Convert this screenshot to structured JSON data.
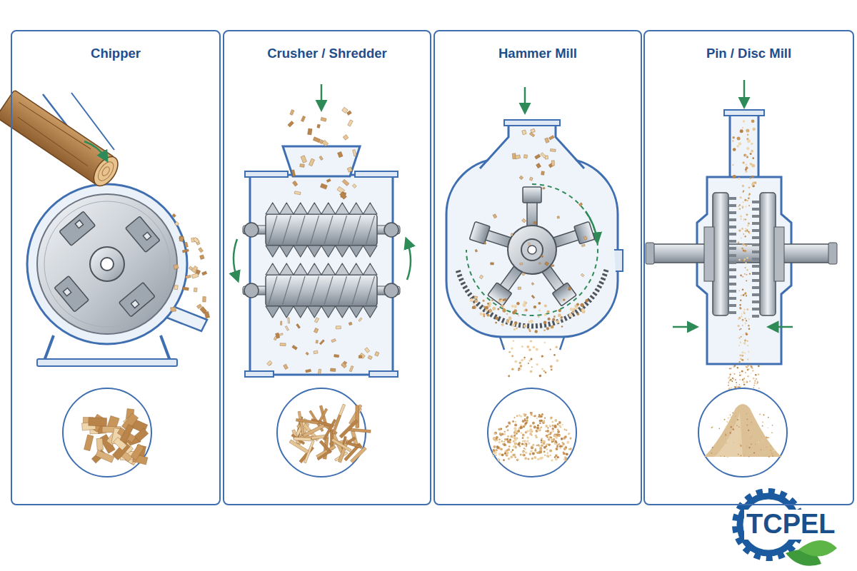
{
  "diagram": {
    "nodes": [
      {
        "text": [
          "Chipper"
        ]
      },
      {
        "text": [
          "Crusher / Shredder"
        ]
      },
      {
        "text": [
          "Hammer Mill"
        ]
      },
      {
        "text": [
          "Pin / Disc Mill"
        ]
      }
    ],
    "labels": [
      "TCPEL"
    ]
  }
}
